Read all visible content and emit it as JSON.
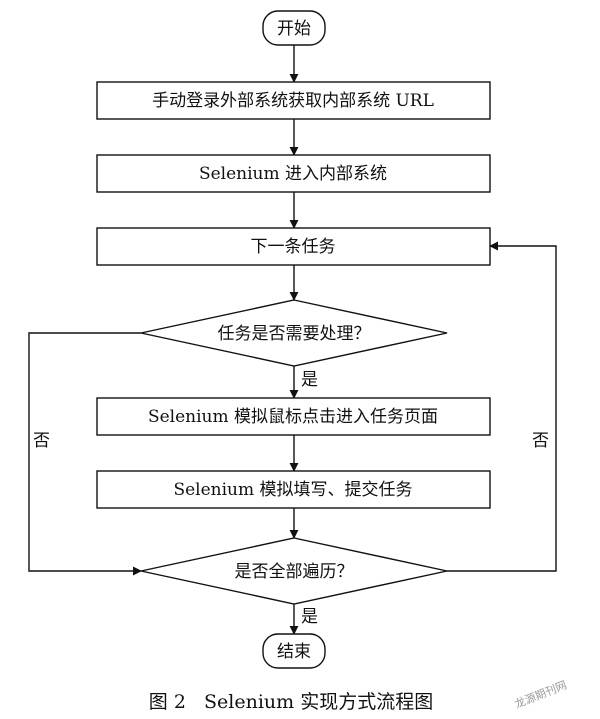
{
  "diagram": {
    "nodes": {
      "start": "开始",
      "step1": "手动登录外部系统获取内部系统 URL",
      "step2": "Selenium 进入内部系统",
      "step3": "下一条任务",
      "decision1": "任务是否需要处理？",
      "step4": "Selenium 模拟鼠标点击进入任务页面",
      "step5": "Selenium 模拟填写、提交任务",
      "decision2": "是否全部遍历？",
      "end": "结束"
    },
    "edge_labels": {
      "yes1": "是",
      "no1": "否",
      "no2": "否",
      "yes2": "是"
    }
  },
  "caption": "图 2   Selenium 实现方式流程图",
  "watermark": "龙源期刊网"
}
